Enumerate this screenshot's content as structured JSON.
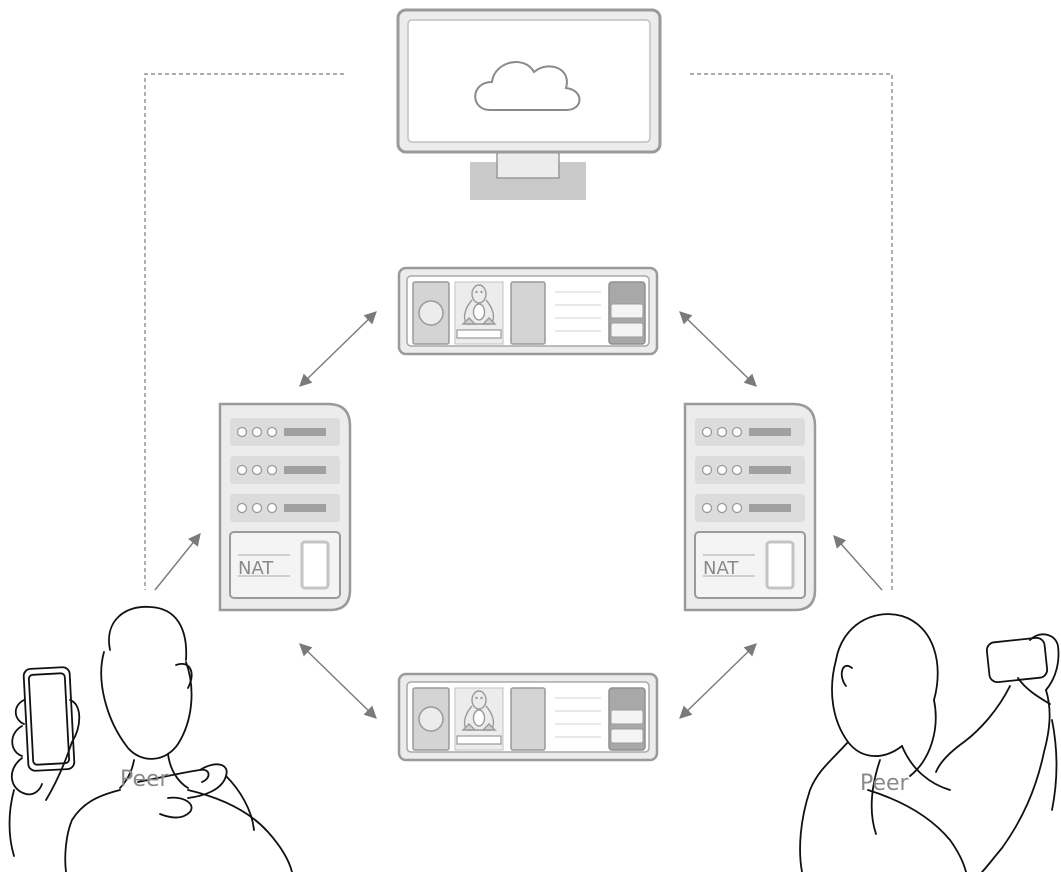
{
  "diagram": {
    "nodes": {
      "cloud_monitor": {
        "icon": "cloud-icon"
      },
      "linux_server_top": {
        "icon": "linux-tux-icon"
      },
      "linux_server_bottom": {
        "icon": "linux-tux-icon"
      },
      "nat_router_left": {
        "label": "NAT"
      },
      "nat_router_right": {
        "label": "NAT"
      }
    },
    "peers": [
      {
        "label": "Peer"
      },
      {
        "label": "Peer"
      }
    ],
    "edges": [
      {
        "from": "cloud_monitor",
        "to": "peer_left",
        "style": "dashed"
      },
      {
        "from": "cloud_monitor",
        "to": "peer_right",
        "style": "dashed"
      },
      {
        "from": "peer_left",
        "to": "nat_router_left",
        "style": "arrow"
      },
      {
        "from": "peer_right",
        "to": "nat_router_right",
        "style": "arrow"
      },
      {
        "from": "nat_router_left",
        "to": "linux_server_top",
        "style": "double-arrow"
      },
      {
        "from": "linux_server_top",
        "to": "nat_router_right",
        "style": "double-arrow"
      },
      {
        "from": "nat_router_left",
        "to": "linux_server_bottom",
        "style": "double-arrow"
      },
      {
        "from": "linux_server_bottom",
        "to": "nat_router_right",
        "style": "double-arrow"
      }
    ],
    "colors": {
      "stroke": "#9a9a9a",
      "fill_light": "#ececec",
      "fill_mid": "#d6d6d6",
      "fill_dark": "#a8a8a8",
      "person": "#111111"
    }
  }
}
